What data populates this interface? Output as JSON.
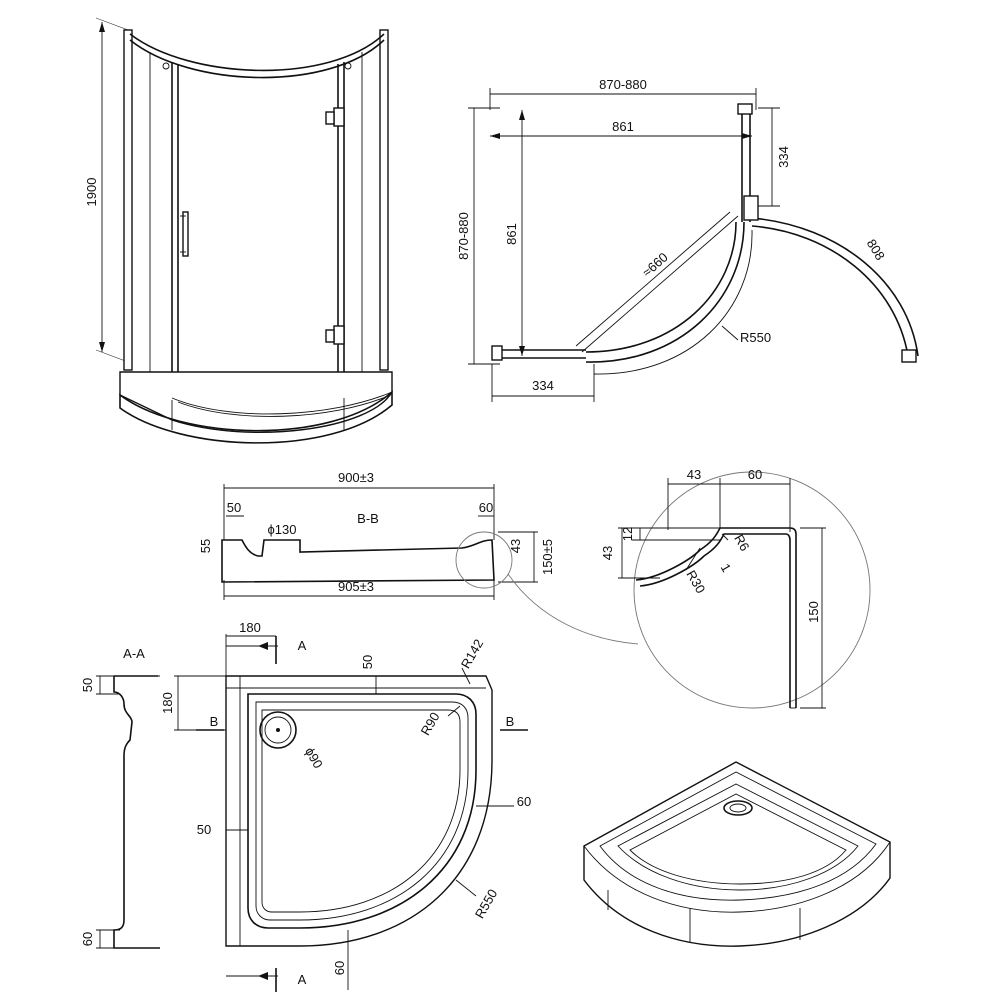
{
  "enclosure": {
    "height": "1900"
  },
  "plan": {
    "overall_width": "870-880",
    "overall_depth": "870-880",
    "inner_width": "861",
    "inner_depth": "861",
    "fixed_panel_right": "334",
    "fixed_panel_bottom": "334",
    "door_opening": "≈660",
    "radius": "R550",
    "door_arc": "808"
  },
  "section_bb": {
    "title": "B-B",
    "top_width": "900±3",
    "bottom_width": "905±3",
    "left_rim": "50",
    "right_rim": "60",
    "left_height": "55",
    "right_height": "43",
    "total_height": "150±5",
    "drain": "ϕ130"
  },
  "detail": {
    "d43": "43",
    "d60": "60",
    "d12": "12",
    "d43v": "43",
    "r6": "R6",
    "r30": "R30",
    "one": "1",
    "d150": "150"
  },
  "section_aa": {
    "title": "A-A",
    "top": "50",
    "bottom": "60"
  },
  "tray_plan": {
    "d180_h": "180",
    "d180_v": "180",
    "d50_top": "50",
    "d50_left": "50",
    "d60_right": "60",
    "d60_bottom": "60",
    "r142": "R142",
    "r90": "R90",
    "r550": "R550",
    "drain": "ϕ90",
    "label_a_top": "A",
    "label_a_bottom": "A",
    "label_b_left": "B",
    "label_b_right": "B"
  }
}
